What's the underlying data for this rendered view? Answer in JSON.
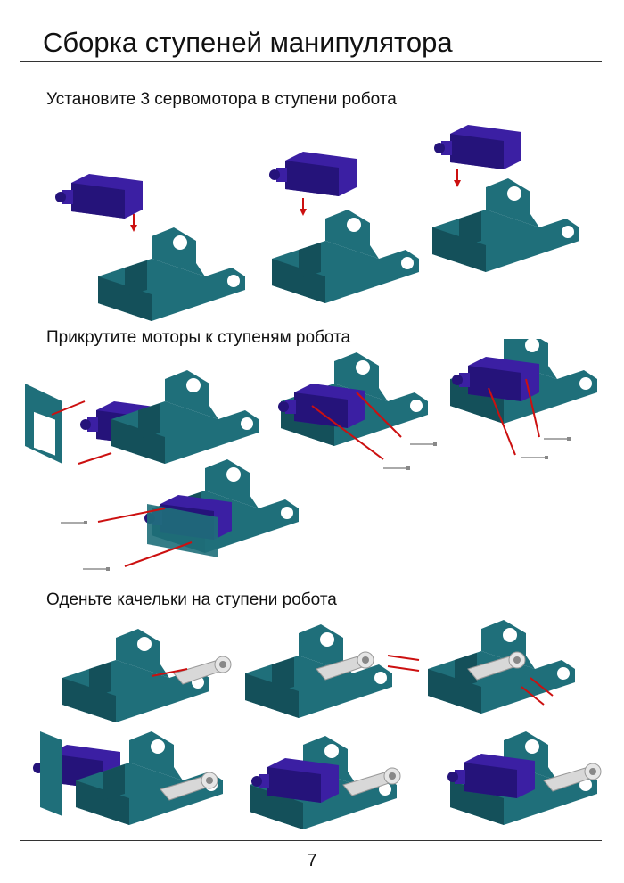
{
  "page": {
    "title": "Сборка ступеней манипулятора",
    "page_number": "7"
  },
  "sections": [
    {
      "heading": "Установите 3 сервомотора в ступени робота"
    },
    {
      "heading": "Прикрутите моторы к ступеням робота"
    },
    {
      "heading": "Оденьте качельки на ступени робота"
    }
  ],
  "colors": {
    "bracket": "#1f6f7a",
    "bracket_dark": "#14505a",
    "servo": "#3b1fa3",
    "servo_dark": "#25137a",
    "arrow": "#cc1010",
    "horn": "#d8d8d8"
  }
}
